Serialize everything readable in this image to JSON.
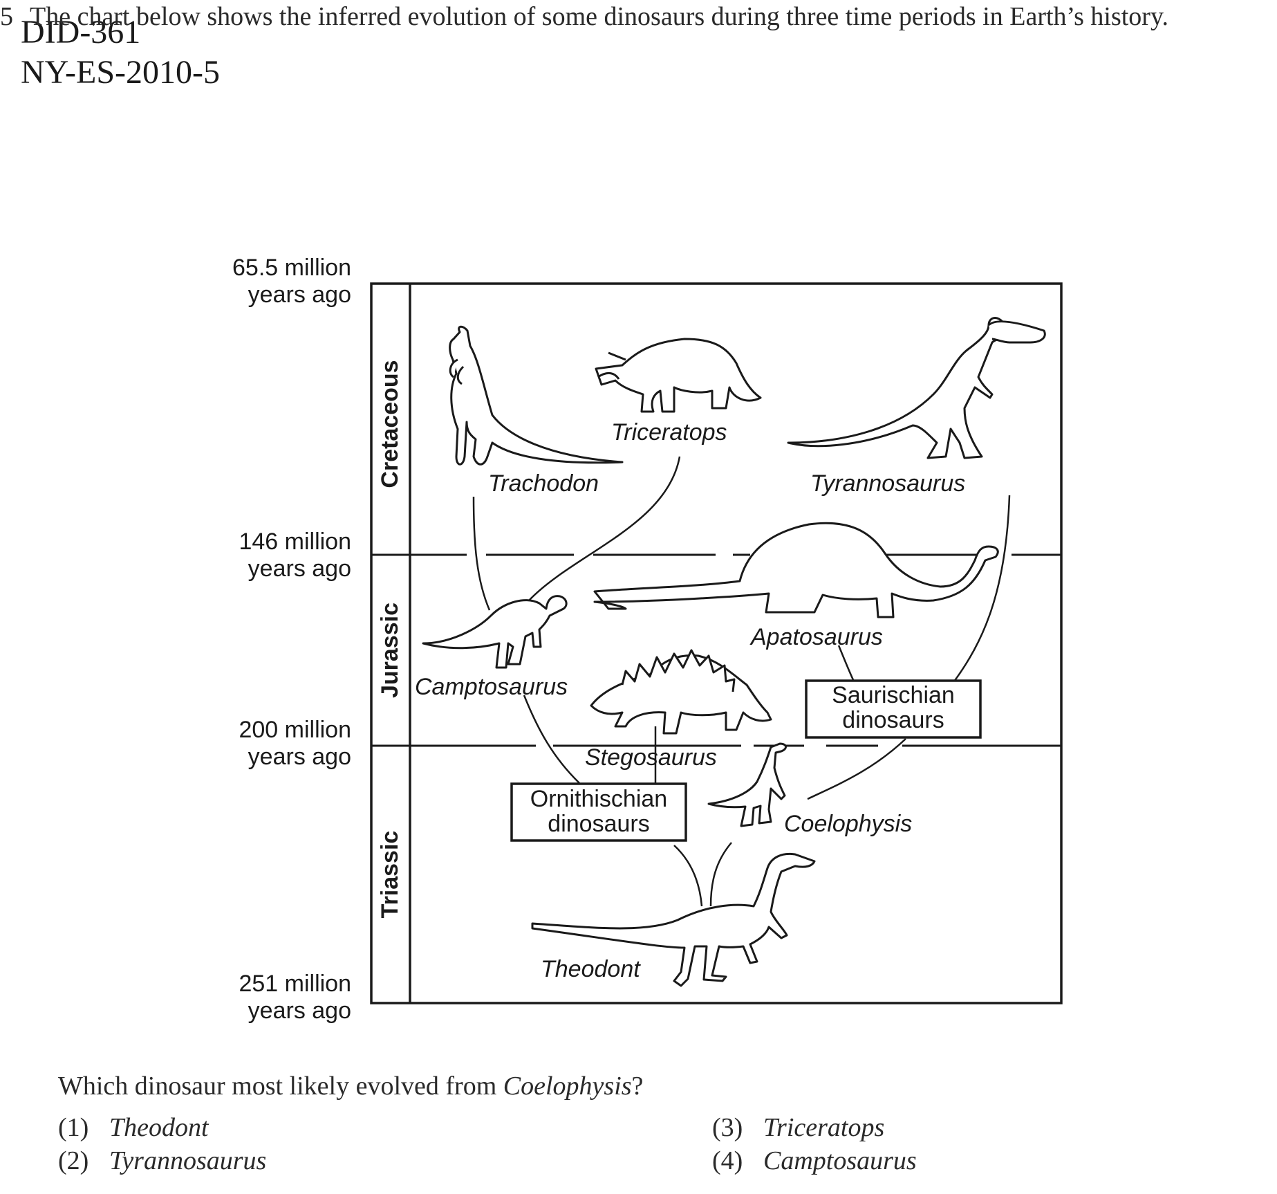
{
  "header": {
    "line1": "DID-361",
    "line2": "NY-ES-2010-5"
  },
  "question": {
    "number": "5",
    "text": "The chart below shows the inferred evolution of some dinosaurs during three time periods in Earth’s history."
  },
  "chart": {
    "time_labels": [
      {
        "top": "65.5 million",
        "bottom": "years ago"
      },
      {
        "top": "146 million",
        "bottom": "years ago"
      },
      {
        "top": "200 million",
        "bottom": "years ago"
      },
      {
        "top": "251 million",
        "bottom": "years ago"
      }
    ],
    "periods": [
      "Cretaceous",
      "Jurassic",
      "Triassic"
    ],
    "dinosaurs": {
      "trachodon": "Trachodon",
      "triceratops": "Triceratops",
      "tyrannosaurus": "Tyrannosaurus",
      "apatosaurus": "Apatosaurus",
      "camptosaurus": "Camptosaurus",
      "stegosaurus": "Stegosaurus",
      "coelophysis": "Coelophysis",
      "theodont": "Theodont"
    },
    "groups": {
      "saurischian": {
        "line1": "Saurischian",
        "line2": "dinosaurs"
      },
      "ornithischian": {
        "line1": "Ornithischian",
        "line2": "dinosaurs"
      }
    }
  },
  "prompt": {
    "before": "Which dinosaur most likely evolved from ",
    "italic": "Coelophysis",
    "after": "?"
  },
  "choices": [
    {
      "num": "(1)",
      "text": "Theodont"
    },
    {
      "num": "(2)",
      "text": "Tyrannosaurus"
    },
    {
      "num": "(3)",
      "text": "Triceratops"
    },
    {
      "num": "(4)",
      "text": "Camptosaurus"
    }
  ]
}
